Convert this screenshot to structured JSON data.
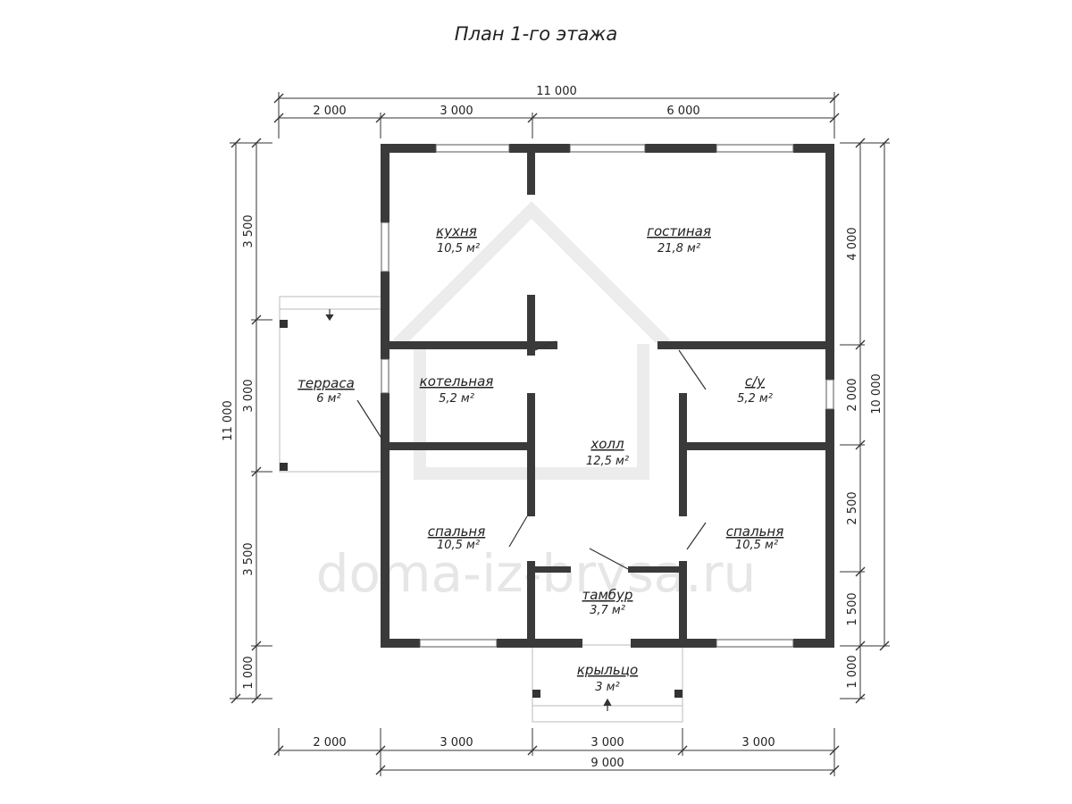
{
  "title": "План 1-го этажа",
  "dimensions": {
    "top_total": "11 000",
    "top_segments": [
      "2 000",
      "3 000",
      "6 000"
    ],
    "bottom_segments": [
      "2 000",
      "3 000",
      "3 000",
      "3 000"
    ],
    "bottom_total": "9 000",
    "left_total": "11 000",
    "left_segments": [
      "3 500",
      "3 000",
      "3 500",
      "1 000"
    ],
    "right_total": "10 000",
    "right_segments": [
      "4 000",
      "2 000",
      "2 500",
      "1 500",
      "1 000"
    ]
  },
  "rooms": {
    "kitchen": {
      "name": "кухня",
      "area": "10,5 м²"
    },
    "living": {
      "name": "гостиная",
      "area": "21,8 м²"
    },
    "boiler": {
      "name": "котельная",
      "area": "5,2 м²"
    },
    "bath": {
      "name": "с/у",
      "area": "5,2 м²"
    },
    "terrace": {
      "name": "терраса",
      "area": "6 м²"
    },
    "hall": {
      "name": "холл",
      "area": "12,5 м²"
    },
    "bedroom_left": {
      "name": "спальня",
      "area": "10,5 м²"
    },
    "bedroom_right": {
      "name": "спальня",
      "area": "10,5 м²"
    },
    "vestibule": {
      "name": "тамбур",
      "area": "3,7 м²"
    },
    "porch": {
      "name": "крыльцо",
      "area": "3 м²"
    }
  },
  "watermark": "doma-iz-brysa.ru"
}
